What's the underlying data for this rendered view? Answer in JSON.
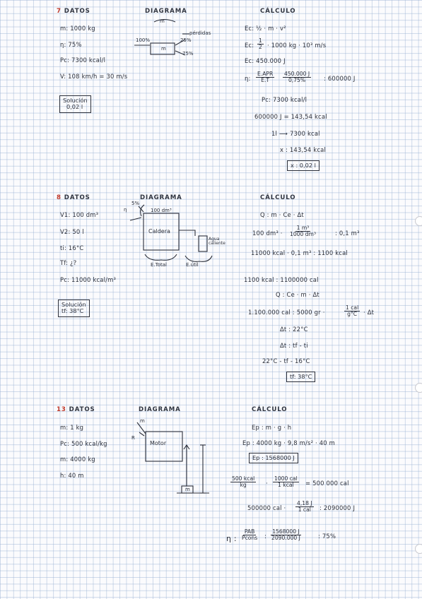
{
  "colors": {
    "ink": "#2b2f3a",
    "grid": "#96afd2",
    "accent_red": "#c0392b"
  },
  "problem7": {
    "datos_heading": "DATOS",
    "number": "7",
    "m": "m: 1000 kg",
    "eff": "η: 75%",
    "pc": "Pc: 7300 kcal/l",
    "v": "V: 108 km/h = 30 m/s",
    "solution_label": "Solución",
    "solution_value": "0,02 l",
    "diagram_heading": "DIAGRAMA",
    "diagram_m": "m",
    "diagram_perdidas": "pérdidas",
    "diagram_25": "25%",
    "diagram_75": "75%",
    "diagram_100": "100%",
    "calc_heading": "CÁLCULO",
    "eq1": "Ec: ½ · m · v²",
    "eq2_left": "Ec:",
    "eq2_num": "1",
    "eq2_den": "2",
    "eq2_right": "· 1000 kg · 10³ m/s",
    "eq3": "Ec: 450.000 J",
    "eq4_eta": "η:",
    "eq4_f1_num": "E.APR",
    "eq4_f1_den": "E.T",
    "eq4_f2_num": "450.000 J",
    "eq4_f2_den": "0,75%",
    "eq4_result": ": 600000 J",
    "eq5": "Pc: 7300 kcal/l",
    "eq6": "600000 J = 143,54 kcal",
    "eq7": "1l ⟶ 7300 kcal",
    "eq8": "x : 143,54 kcal",
    "result": "x : 0,02 l"
  },
  "problem8": {
    "number": "8",
    "datos_heading": "DATOS",
    "v1": "V1: 100 dm³",
    "v2": "V2: 50 l",
    "ti": "ti: 16°C",
    "tf": "Tf: ¿?",
    "pc": "Pc: 11000 kcal/m³",
    "solution_label": "Solución",
    "solution_value": "tf: 38°C",
    "diagram_heading": "DIAGRAMA",
    "diagram_caldera": "Caldera",
    "diagram_agua": "Agua caliente",
    "diagram_100dm3": "100 dm³",
    "diagram_5pct": "5%",
    "diagram_etotal": "E.Total",
    "diagram_eutil": "E.útil",
    "diagram_eta": "η",
    "calc_heading": "CÁLCULO",
    "eq1": "Q : m · Ce · Δt",
    "eq2_left": "100 dm³ ·",
    "eq2_num": "1 m³",
    "eq2_den": "1000 dm³",
    "eq2_right": ": 0,1 m³",
    "eq3": "11000 kcal · 0,1 m³ : 1100 kcal",
    "eq4": "1100 kcal : 1100000 cal",
    "eq5": "Q : Ce · m · Δt",
    "eq6_left": "1.100.000 cal : 5000 gr ·",
    "eq6_num": "1 cal",
    "eq6_den": "g°C",
    "eq6_right": "· Δt",
    "eq7": "Δt : 22°C",
    "eq8": "Δt : tf - ti",
    "eq9": "22°C - tf - 16°C",
    "result": "tf: 38°C"
  },
  "problem13": {
    "number": "13",
    "datos_heading": "DATOS",
    "m1": "m: 1 kg",
    "pc": "Pc: 500 kcal/kg",
    "m2": "m: 4000 kg",
    "h": "h: 40 m",
    "diagram_heading": "DIAGRAMA",
    "diagram_motor": "Motor",
    "diagram_m": "m",
    "diagram_r": "R",
    "diagram_mbox": "m",
    "calc_heading": "CÁLCULO",
    "eq1": "Ep : m · g · h",
    "eq2": "Ep : 4000 kg · 9,8 m/s² · 40 m",
    "eq3": "Ep : 1568000 J",
    "eq4_f1_num": "500 kcal",
    "eq4_f1_den": "kg",
    "eq4_mid": "·",
    "eq4_f2_num": "1000 cal",
    "eq4_f2_den": "1 kcal",
    "eq4_right": "= 500 000 cal",
    "eq5_left": "500000 cal ·",
    "eq5_num": "4,18 J",
    "eq5_den": "1 cal",
    "eq5_right": ": 2090000 J",
    "eq6_eta": "η :",
    "eq6_f1_num": "PAB",
    "eq6_f1_den": "Pcons",
    "eq6_mid": ":",
    "eq6_f2_num": "1568000 J",
    "eq6_f2_den": "2090.000 J",
    "eq6_result": ": 75%"
  }
}
